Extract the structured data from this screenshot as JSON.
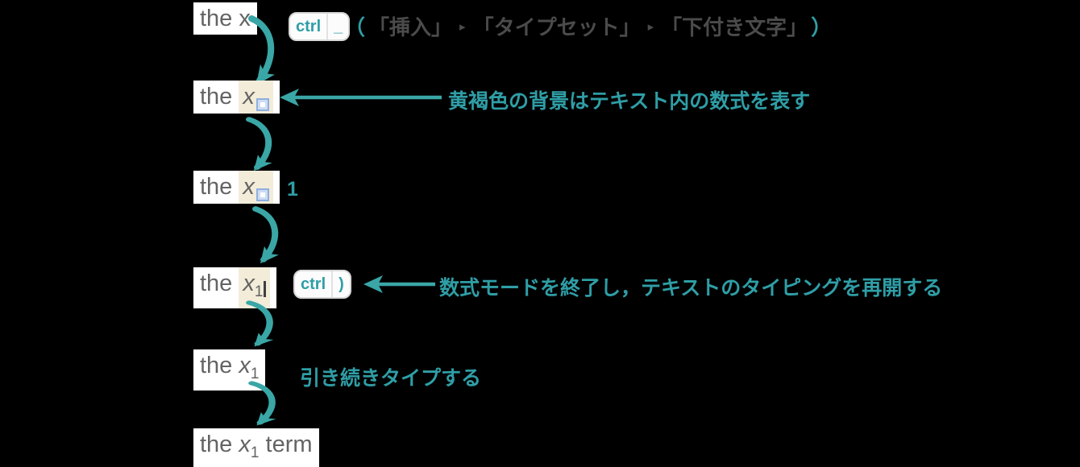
{
  "palette": {
    "teal": "#2f9ea6",
    "arrow": "#3aa6a6",
    "doc_text": "#646464",
    "note_gray": "#4b4b4b",
    "math_bg": "#f2ecd9",
    "snippet_bg": "#ffffff",
    "key_bg": "#fcfcfc",
    "key_border": "#d7d7d7",
    "placeholder_border": "#8fafdf",
    "placeholder_fill": "#cddcf4",
    "cursor": "#3f3f3f"
  },
  "steps": [
    {
      "text": "the x"
    },
    {
      "pre": "the ",
      "var": "x"
    },
    {
      "pre": "the ",
      "var": "x"
    },
    {
      "pre": "the ",
      "var": "x",
      "sub": "1"
    },
    {
      "pre": "the ",
      "var": "x",
      "sub": "1"
    },
    {
      "pre": "the ",
      "var": "x",
      "sub": "1",
      "post": " term"
    }
  ],
  "keys": {
    "subscript_shortcut": {
      "modifier": "ctrl",
      "key": "_"
    },
    "exit_math_shortcut": {
      "modifier": "ctrl",
      "key": ")"
    }
  },
  "menu_path": {
    "open_paren": "（",
    "item_insert": "「挿入」",
    "item_typeset": "「タイプセット」",
    "item_subscript": "「下付き文字」",
    "separator": "▸",
    "close_paren": "）"
  },
  "typed_character": "1",
  "notes": {
    "math_background": "黄褐色の背景はテキスト内の数式を表す",
    "exit_math": "数式モードを終了し，テキストのタイピングを再開する",
    "continue_typing": "引き続きタイプする"
  }
}
